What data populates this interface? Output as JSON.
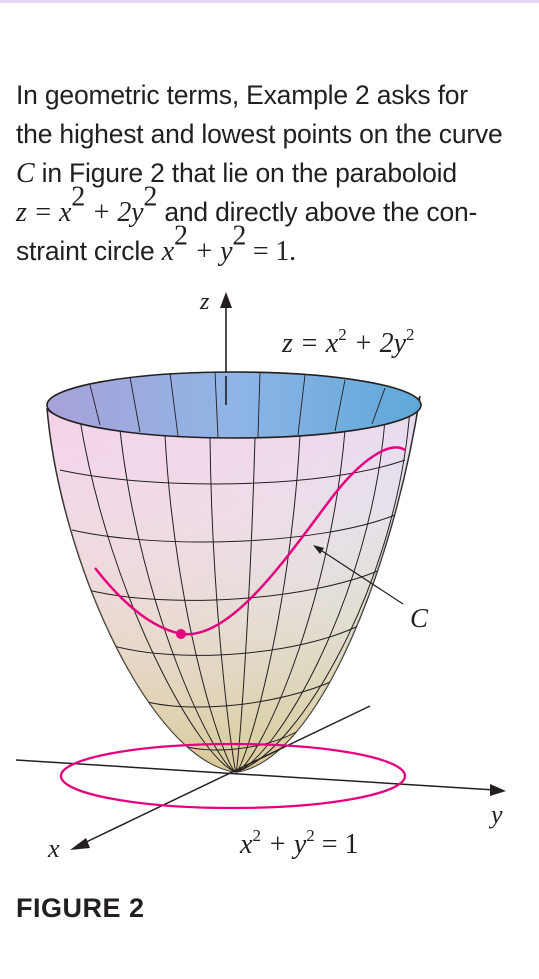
{
  "paragraph": {
    "line1": "In geometric terms, Example 2 asks for",
    "line2": "the highest and lowest points on the curve",
    "line3_var": "C",
    "line3_rest": " in Figure 2 that lie on the paraboloid",
    "line4_eq_lhs": "z = x",
    "line4_exp1": "2",
    "line4_plus": " + 2y",
    "line4_exp2": "2",
    "line4_rest": " and directly above the con-",
    "line5_text": "straint circle ",
    "line5_eq_a": "x",
    "line5_exp1": "2",
    "line5_eq_b": " + y",
    "line5_exp2": "2",
    "line5_eq_c": " = 1."
  },
  "figure": {
    "z_axis_label": "z",
    "y_axis_label": "y",
    "x_axis_label": "x",
    "surface_label_a": "z = x",
    "surface_label_exp1": "2",
    "surface_label_b": " + 2y",
    "surface_label_exp2": "2",
    "curve_label": "C",
    "circle_label_a": "x",
    "circle_label_exp1": "2",
    "circle_label_b": " + y",
    "circle_label_exp2": "2",
    "circle_label_c": " = 1",
    "curve_color": "#e6007e",
    "caption": "FIGURE 2"
  }
}
